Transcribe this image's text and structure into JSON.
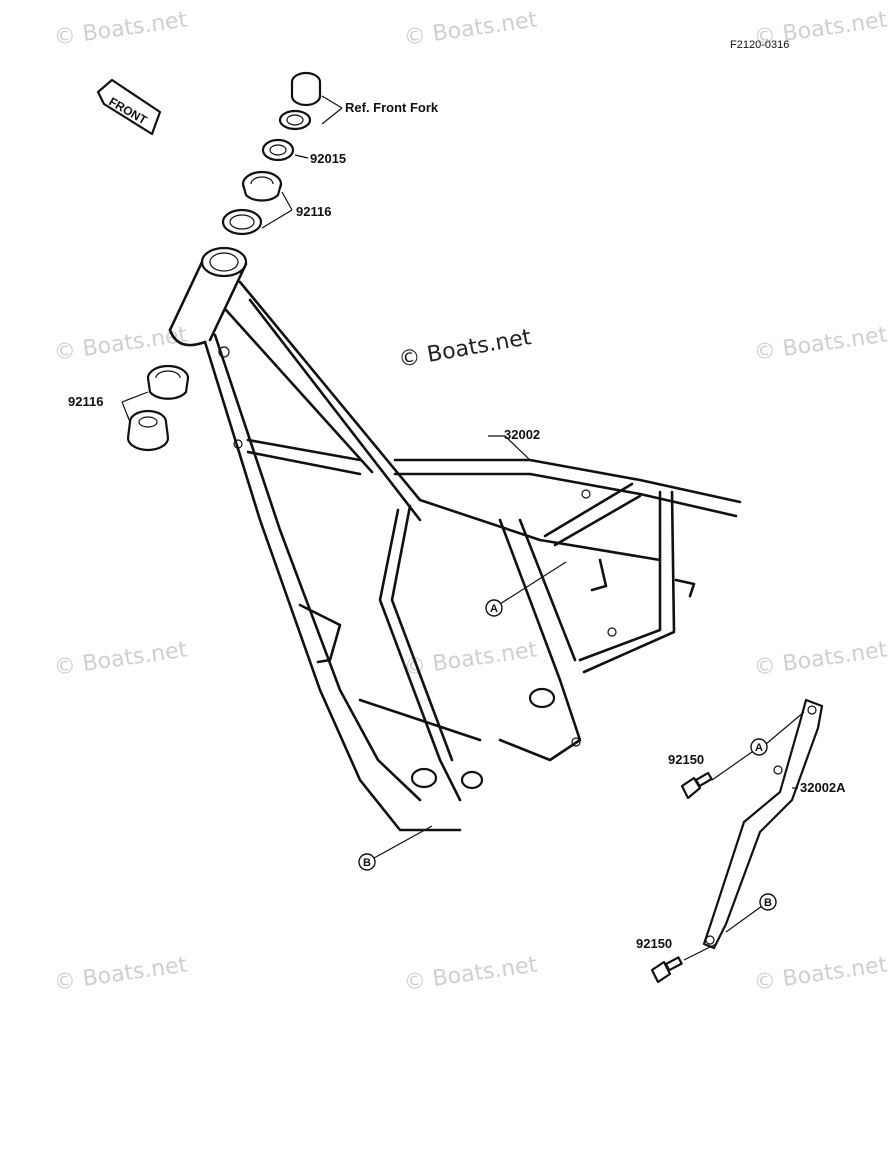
{
  "diagram": {
    "code": "F2120-0316",
    "front_arrow": "FRONT",
    "labels": {
      "ref_front_fork": "Ref. Front Fork",
      "p92015": "92015",
      "p92116_top": "92116",
      "p92116_left": "92116",
      "p32002": "32002",
      "p32002A": "32002A",
      "p92150_a": "92150",
      "p92150_b": "92150"
    },
    "markers": {
      "A": "A",
      "B": "B"
    },
    "watermark": "© Boats.net",
    "center_watermark": "© Boats.net"
  }
}
